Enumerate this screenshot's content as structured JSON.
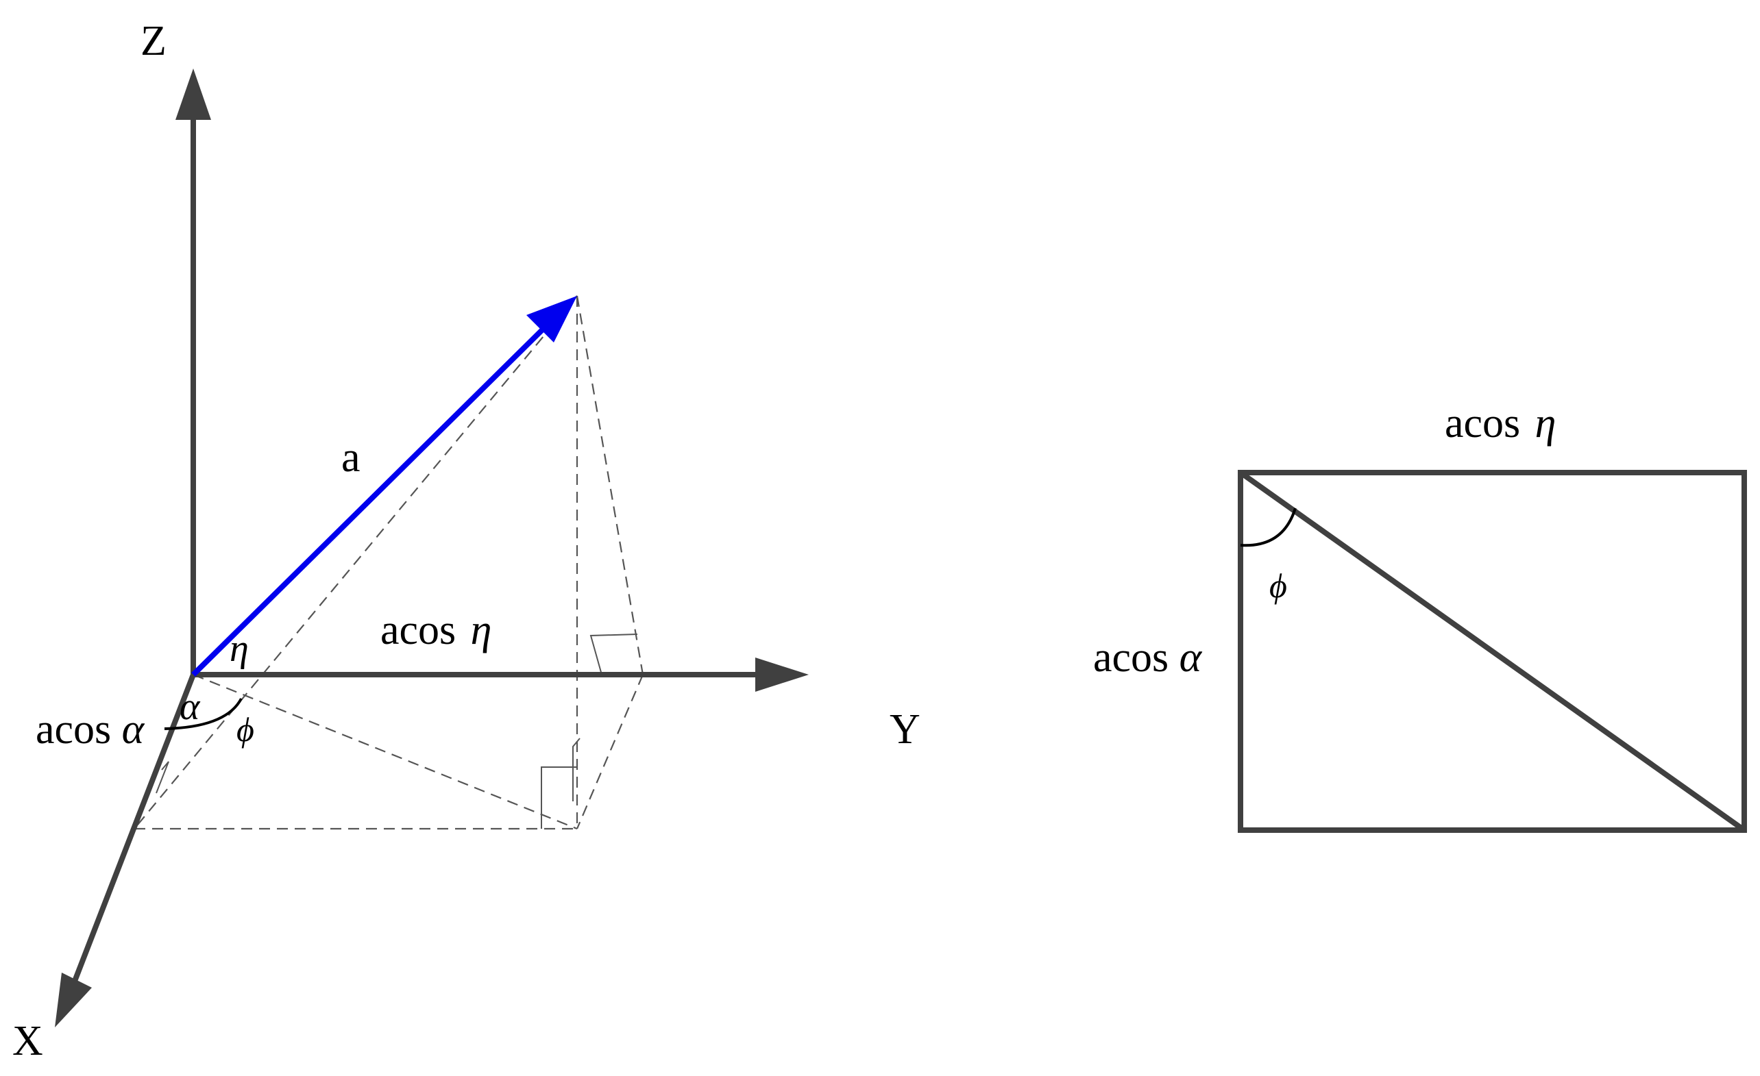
{
  "figure_3d": {
    "axes": {
      "z_label": "Z",
      "y_label": "Y",
      "x_label": "X"
    },
    "vector_label": "a",
    "vector_color": "#0000ee",
    "axis_color": "#404040",
    "y_projection": {
      "prefix": "acos",
      "symbol": "η"
    },
    "x_projection": {
      "prefix": "acos",
      "symbol": "α"
    },
    "angle_eta": "η",
    "angle_alpha": "α",
    "angle_phi": "ϕ"
  },
  "figure_2d": {
    "top_label": {
      "prefix": "acos",
      "symbol": "η"
    },
    "left_label": {
      "prefix": "acos",
      "symbol": "α"
    },
    "angle_phi": "ϕ",
    "line_color": "#404040"
  }
}
